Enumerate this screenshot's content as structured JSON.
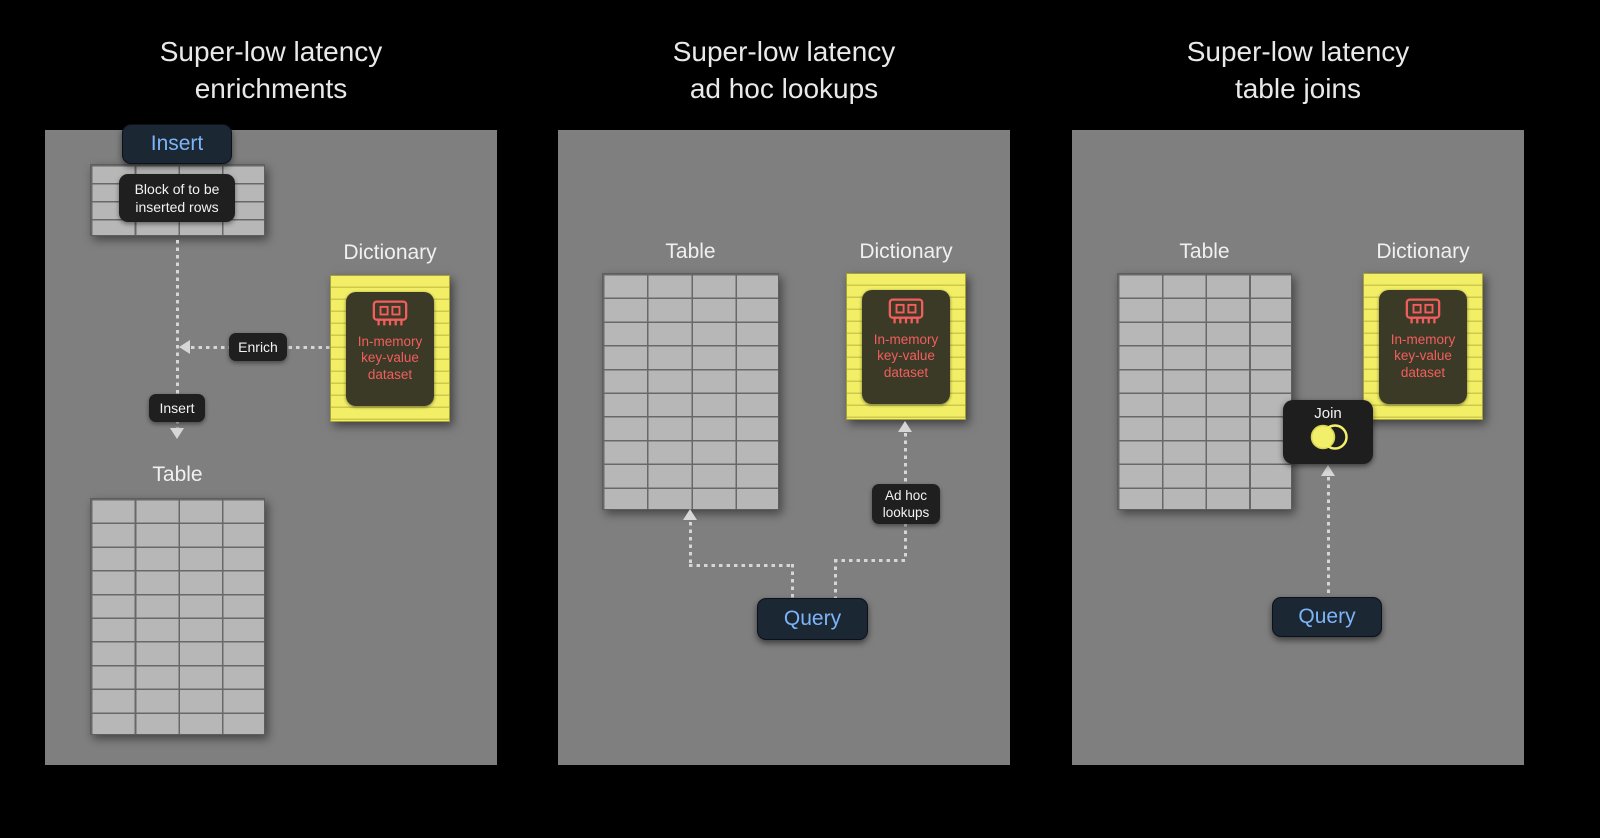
{
  "colors": {
    "background": "#000000",
    "panel_gray": "#7f7f7f",
    "accent_blue": "#7db4f8",
    "note_yellow": "#f2ef66",
    "chip_red": "#f25e5e"
  },
  "panel1": {
    "title1": "Super-low latency",
    "title2": "enrichments",
    "insert_button": "Insert",
    "block_label1": "Block of to be",
    "block_label2": "inserted rows",
    "enrich_badge": "Enrich",
    "insert_badge": "Insert",
    "dictionary_label": "Dictionary",
    "dict1": "In-memory",
    "dict2": "key-value",
    "dict3": "dataset",
    "table_label": "Table"
  },
  "panel2": {
    "title1": "Super-low latency",
    "title2": "ad hoc lookups",
    "table_label": "Table",
    "dictionary_label": "Dictionary",
    "dict1": "In-memory",
    "dict2": "key-value",
    "dict3": "dataset",
    "adhoc1": "Ad hoc",
    "adhoc2": "lookups",
    "query_button": "Query"
  },
  "panel3": {
    "title1": "Super-low latency",
    "title2": "table joins",
    "table_label": "Table",
    "dictionary_label": "Dictionary",
    "dict1": "In-memory",
    "dict2": "key-value",
    "dict3": "dataset",
    "join_badge": "Join",
    "query_button": "Query"
  }
}
